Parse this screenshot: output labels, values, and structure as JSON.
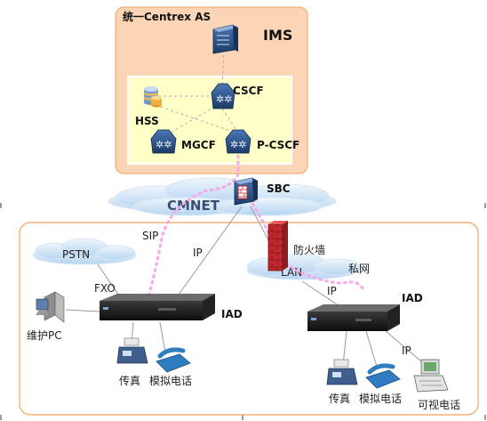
{
  "ims_group": {
    "title": "统一Centrex AS",
    "label": "IMS",
    "nodes": {
      "cscf": "CSCF",
      "hss": "HSS",
      "mgcf": "MGCF",
      "pcscf": "P-CSCF"
    }
  },
  "network": {
    "cmnet": "CMNET",
    "sbc": "SBC",
    "sip": "SIP",
    "ip_left": "IP",
    "pstn": "PSTN",
    "fxo": "FXO",
    "firewall": "防火墙",
    "lan": "LAN",
    "private_net": "私网",
    "ip_right": "IP",
    "ip_video": "IP"
  },
  "left_site": {
    "iad": "IAD",
    "maint_pc": "维护PC",
    "fax": "传真",
    "analog_phone": "模拟电话"
  },
  "right_site": {
    "iad": "IAD",
    "fax": "传真",
    "analog_phone": "模拟电话",
    "video_phone": "可视电话"
  },
  "colors": {
    "ims_bg": "#fbd5b5",
    "ims_border": "#f4a460",
    "inner_bg": "#ffffc8",
    "site_border": "#f4a460",
    "cloud_fill": "#d5e8f8",
    "signal_dots": "#f7a8e8",
    "node_blue": "#2a4f87",
    "firewall": "#c0282d"
  }
}
